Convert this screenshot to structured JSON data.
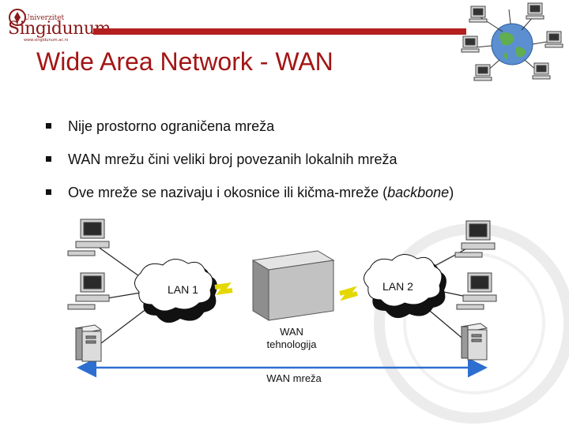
{
  "header": {
    "logo_small_text": "Univerzitet",
    "logo_main_text": "Singidunum",
    "logo_url_text": "www.singidunum.ac.rs",
    "title": "Wide Area Network - WAN",
    "accent_color": "#b31f1f",
    "title_color": "#a31515"
  },
  "bullets": [
    {
      "text": "Nije prostorno ograničena mreža"
    },
    {
      "text": "WAN mrežu čini veliki broj povezanih lokalnih mreža"
    },
    {
      "text_before": "Ove mreže se nazivaju i okosnice ili kičma-mreže (",
      "text_italic": "backbone",
      "text_after": ")"
    }
  ],
  "diagram": {
    "lan1_label": "LAN 1",
    "lan2_label": "LAN 2",
    "wan_center_label_line1": "WAN",
    "wan_center_label_line2": "tehnologija",
    "wan_network_label": "WAN mreža",
    "icons": [
      "computer-icon",
      "server-icon",
      "wan-box-icon",
      "lightning-icon",
      "cloud-icon",
      "globe-icon"
    ]
  }
}
